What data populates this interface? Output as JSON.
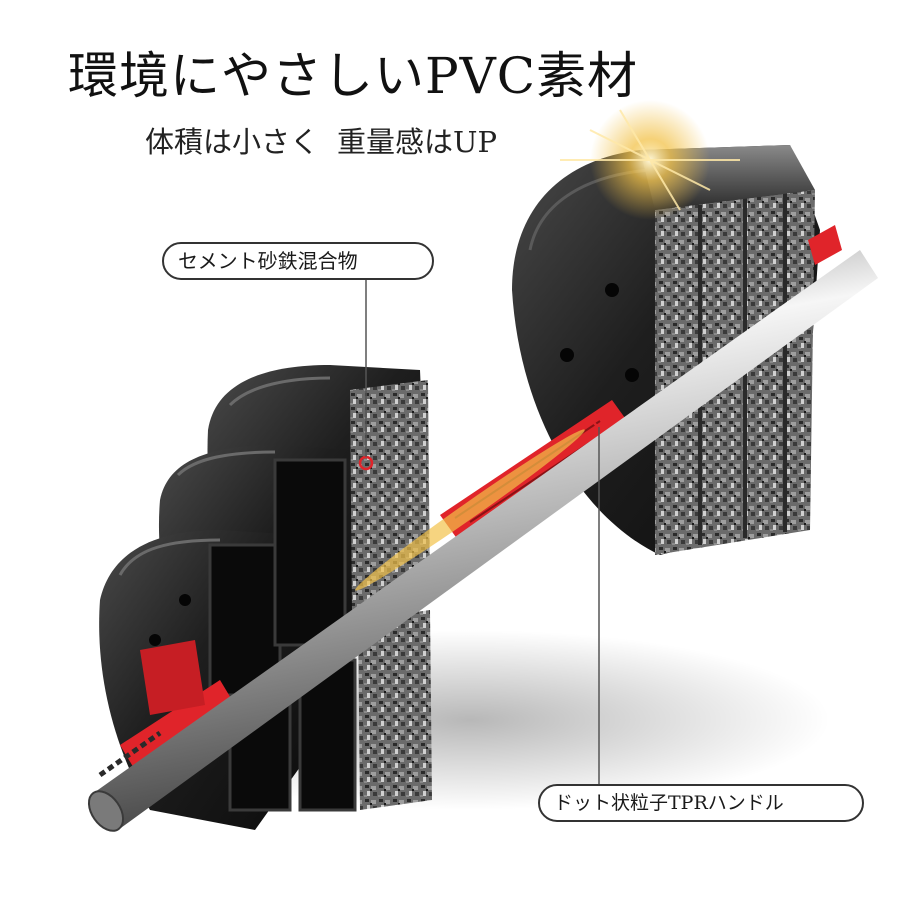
{
  "header": {
    "title": "環境にやさしいPVC素材",
    "subtitle_part1": "体積は小さく",
    "subtitle_part2": "重量感はUP"
  },
  "callouts": {
    "cement_label": "セメント砂鉄混合物",
    "handle_label": "ドット状粒子TPRハンドル"
  },
  "colors": {
    "accent_red": "#e0242a",
    "plate_black": "#1b1b1b",
    "bar_silver": "#c8c8c8",
    "glow_gold": "#f2c24a"
  }
}
